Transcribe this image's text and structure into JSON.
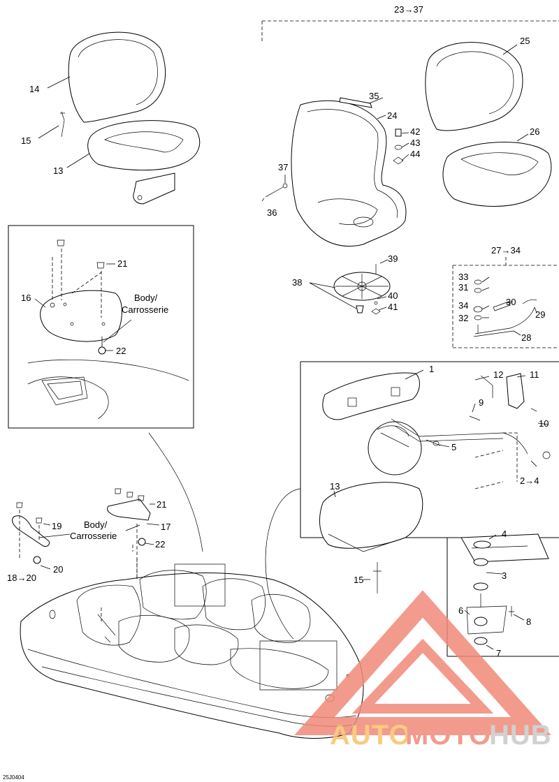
{
  "diagram": {
    "top_range": "23→37",
    "range_27_34": "27→34",
    "range_2_4": "2→4",
    "range_18_20": "18→20",
    "body_label_1": "Body/",
    "body_label_2": "Carrosserie",
    "body_label_3": "Body/",
    "body_label_4": "Carrosserie",
    "drawing_code": "25J0404",
    "callouts": [
      "1",
      "3",
      "4",
      "5",
      "6",
      "7",
      "8",
      "9",
      "10",
      "11",
      "12",
      "13",
      "13",
      "14",
      "15",
      "15",
      "16",
      "17",
      "19",
      "20",
      "21",
      "21",
      "22",
      "22",
      "24",
      "25",
      "26",
      "28",
      "29",
      "30",
      "31",
      "32",
      "33",
      "34",
      "35",
      "36",
      "37",
      "38",
      "39",
      "40",
      "41",
      "42",
      "43",
      "44"
    ]
  },
  "watermark": {
    "text_auto": "AUTO",
    "text_moto": "MOTO",
    "text_hub": "HUB",
    "color_primary": "#f08a7a",
    "color_accent": "#f7c36b",
    "color_dark": "#c9c9c9"
  }
}
